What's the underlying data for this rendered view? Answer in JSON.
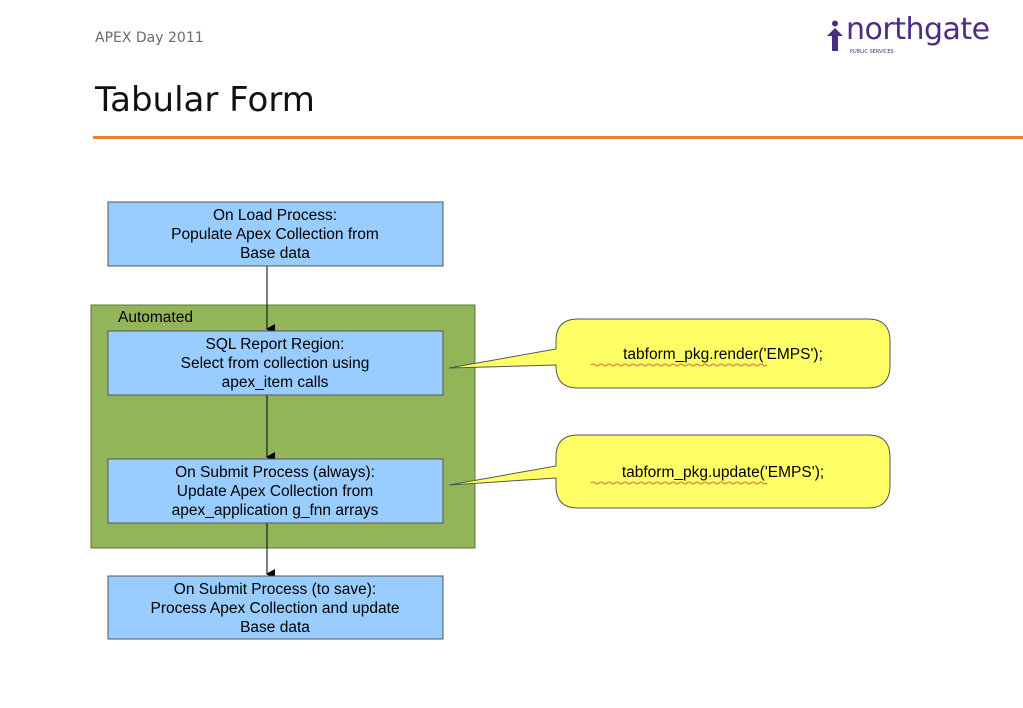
{
  "header": {
    "event": "APEX Day 2011",
    "logo": {
      "brand": "northgate",
      "subtitle": "PUBLIC SERVICES"
    },
    "title": "Tabular Form"
  },
  "colors": {
    "box_fill": "#99ccff",
    "group_fill": "#92b55a",
    "callout_fill": "#ffff66",
    "rule": "#e8822e",
    "logo": "#4b2e83"
  },
  "diagram": {
    "group_label": "Automated",
    "boxes": [
      {
        "id": "on-load",
        "lines": [
          "On Load Process:",
          "Populate Apex Collection from",
          "Base data"
        ]
      },
      {
        "id": "sql-report",
        "lines": [
          "SQL Report Region:",
          "Select from collection using",
          "apex_item calls"
        ]
      },
      {
        "id": "on-submit-always",
        "lines": [
          "On Submit Process (always):",
          "Update Apex Collection from",
          "apex_application g_fnn arrays"
        ]
      },
      {
        "id": "on-submit-save",
        "lines": [
          "On Submit Process (to save):",
          "Process Apex Collection and update",
          "Base data"
        ]
      }
    ],
    "callouts": [
      {
        "id": "render",
        "text": "tabform_pkg.render('EMPS');"
      },
      {
        "id": "update",
        "text": "tabform_pkg.update('EMPS');"
      }
    ]
  }
}
